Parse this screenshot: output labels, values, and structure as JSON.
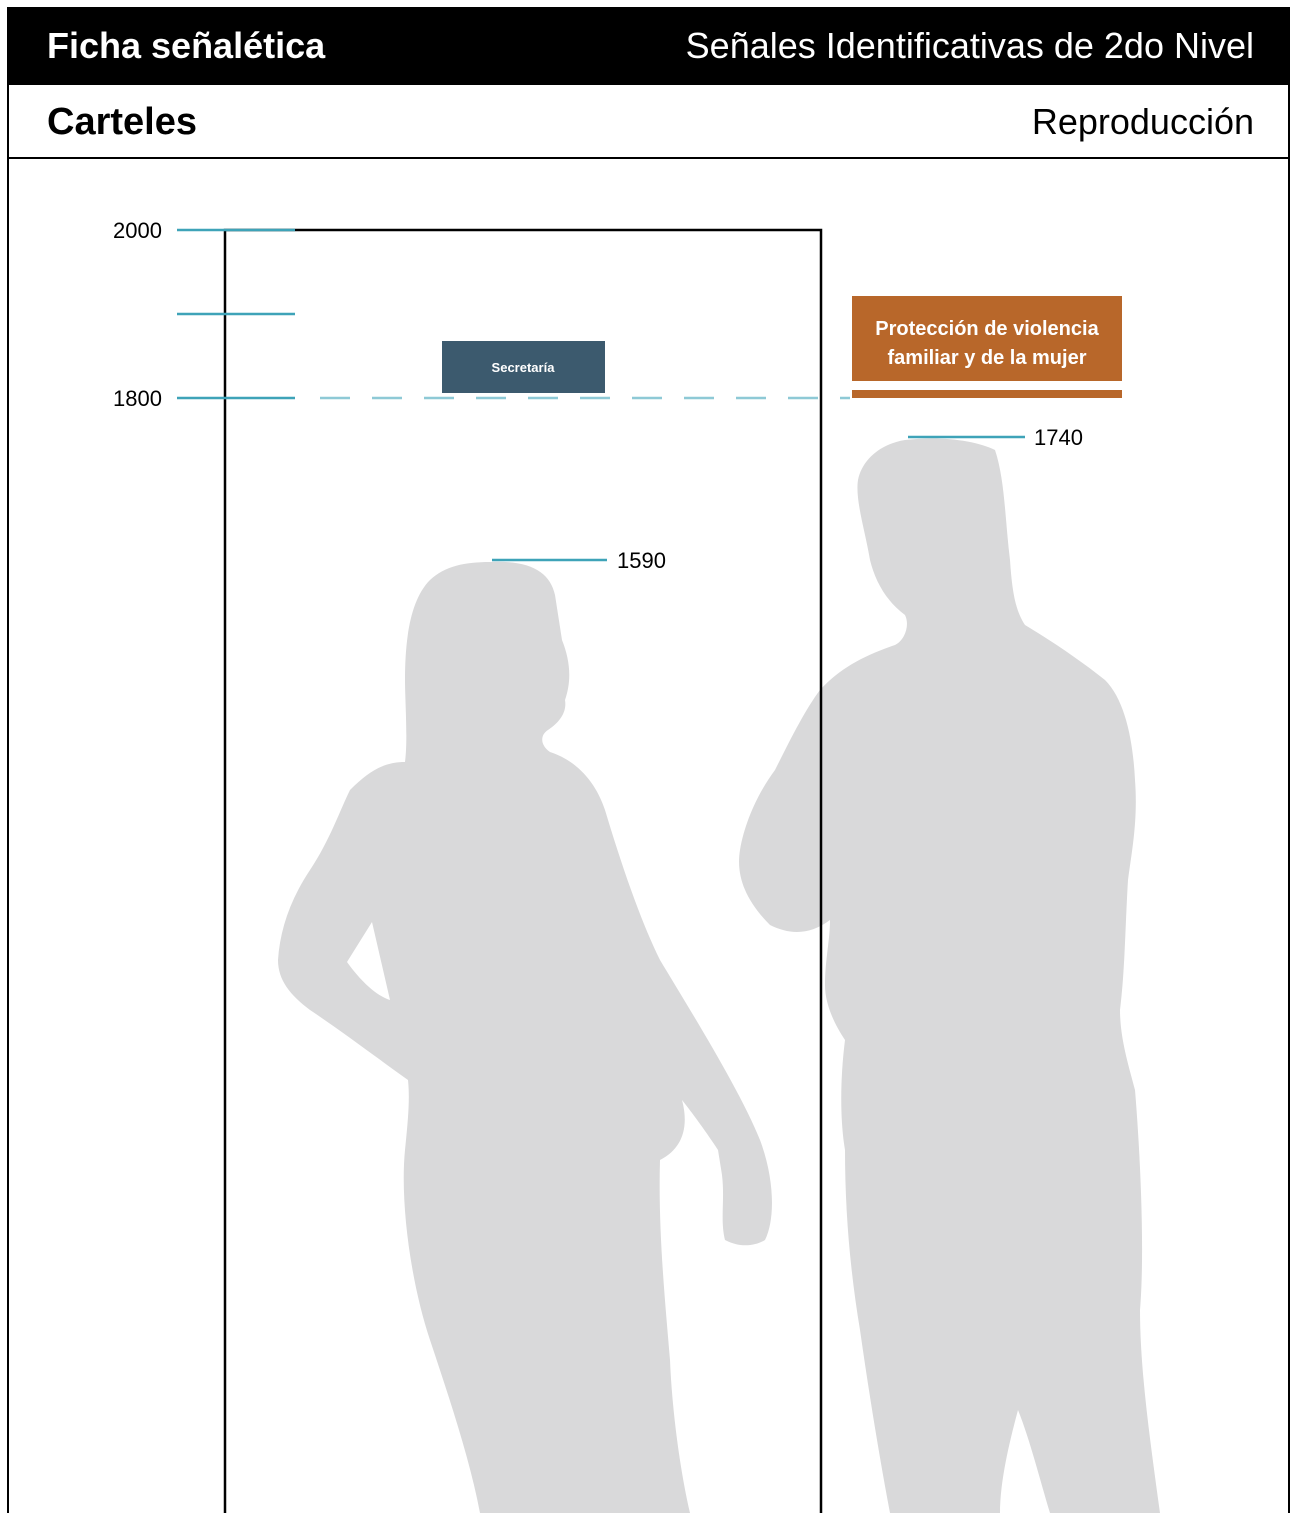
{
  "header": {
    "title": "Ficha señalética",
    "subtitle": "Señales Identificativas de 2do Nivel"
  },
  "section": {
    "title": "Carteles",
    "subtitle": "Reproducción"
  },
  "scale": {
    "marks": [
      "2000",
      "1800"
    ]
  },
  "signs": {
    "small": {
      "text": "Secretaría",
      "color": "#3c5a6e"
    },
    "large": {
      "line1": "Protección de violencia",
      "line2": "familiar y de la mujer",
      "color": "#b8672a"
    }
  },
  "figures": {
    "woman_height": "1590",
    "man_height": "1740"
  },
  "colors": {
    "accent": "#3ea3b8",
    "silhouette": "#d9d9da"
  }
}
